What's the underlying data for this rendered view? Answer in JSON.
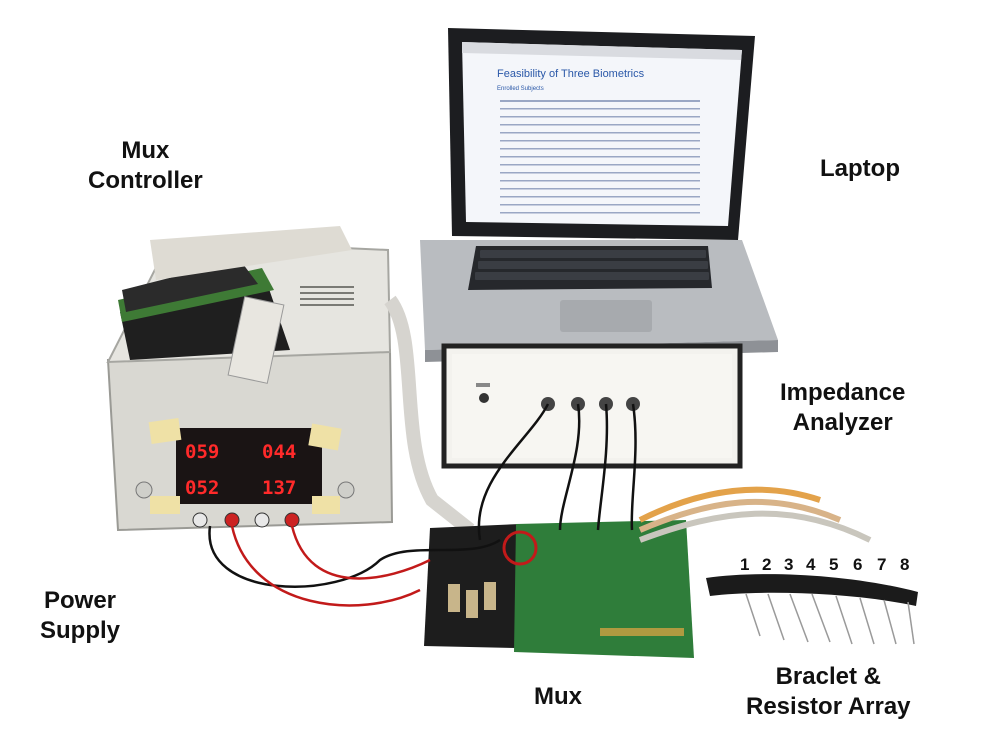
{
  "labels": {
    "mux_controller_line1": "Mux",
    "mux_controller_line2": "Controller",
    "laptop": "Laptop",
    "impedance_line1": "Impedance",
    "impedance_line2": "Analyzer",
    "power_line1": "Power",
    "power_line2": "Supply",
    "mux": "Mux",
    "bracelet_line1": "Braclet &",
    "bracelet_line2": "Resistor Array"
  },
  "laptop_screen": {
    "title": "Feasibility of Three Biometrics",
    "subtitle": "Enrolled Subjects"
  },
  "power_supply_display": {
    "top_left": "059",
    "top_right": "044",
    "bottom_left": "052",
    "bottom_right": "137"
  },
  "bracelet_pins": [
    "1",
    "2",
    "3",
    "4",
    "5",
    "6",
    "7",
    "8"
  ],
  "colors": {
    "lcd_red": "#ff2a2a",
    "pcb_green": "#2f7d3a",
    "laptop_silver": "#b9bcc0"
  }
}
